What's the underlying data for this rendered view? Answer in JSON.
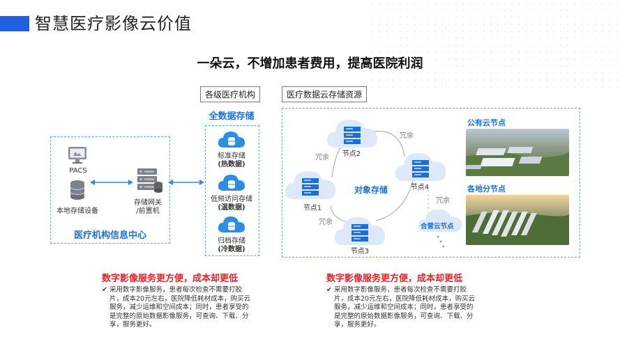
{
  "page_title": "智慧医疗影像云价值",
  "headline": "一朵云，不增加患者费用，提高医院利润",
  "left_tag": "各级医疗机构",
  "right_tag": "医疗数据云存储资源",
  "full_storage": "全数据存储",
  "hospital_center": "医疗机构信息中心",
  "pacs": "PACS",
  "local_storage": "本地存储设备",
  "gateway_line1": "存储网关",
  "gateway_line2": "/前置机",
  "tiers": [
    {
      "name": "标准存储",
      "sub": "(热数据)"
    },
    {
      "name": "低频访问存储",
      "sub": "(温数据)"
    },
    {
      "name": "归档存储",
      "sub": "(冷数据)"
    }
  ],
  "object_storage": "对象存储",
  "nodes": [
    "节点1",
    "节点2",
    "节点3",
    "节点4"
  ],
  "redundancy": "冗余",
  "public_cloud": "公有云节点",
  "local_nodes": "各地分节点",
  "joint_cloud": "合营云节点",
  "benefits": [
    {
      "title": "数字影像服务更方便，成本却更低",
      "text": "采用数字影像服务，患者每次检查不需要打胶片，成本20元左右，医院降低耗材成本，购买云服务，减少运维和空间成本；同时，患者享受的是完整的原始数据影像服务，可查询、下载、分享，服务更好。"
    },
    {
      "title": "数字影像服务更方便，成本却更低",
      "text": "采用数字影像服务，患者每次检查不需要打胶片，成本20元左右，医院降低耗材成本，购买云服务，减少运维和空间成本；同时，患者享受的是完整的原始数据影像服务，可查询、下载、分享，服务更好。"
    }
  ],
  "colors": {
    "accent": "#1f5fe0",
    "red": "#e3242b",
    "dash": "#4db6e8",
    "cloud": "#dde9f8"
  }
}
